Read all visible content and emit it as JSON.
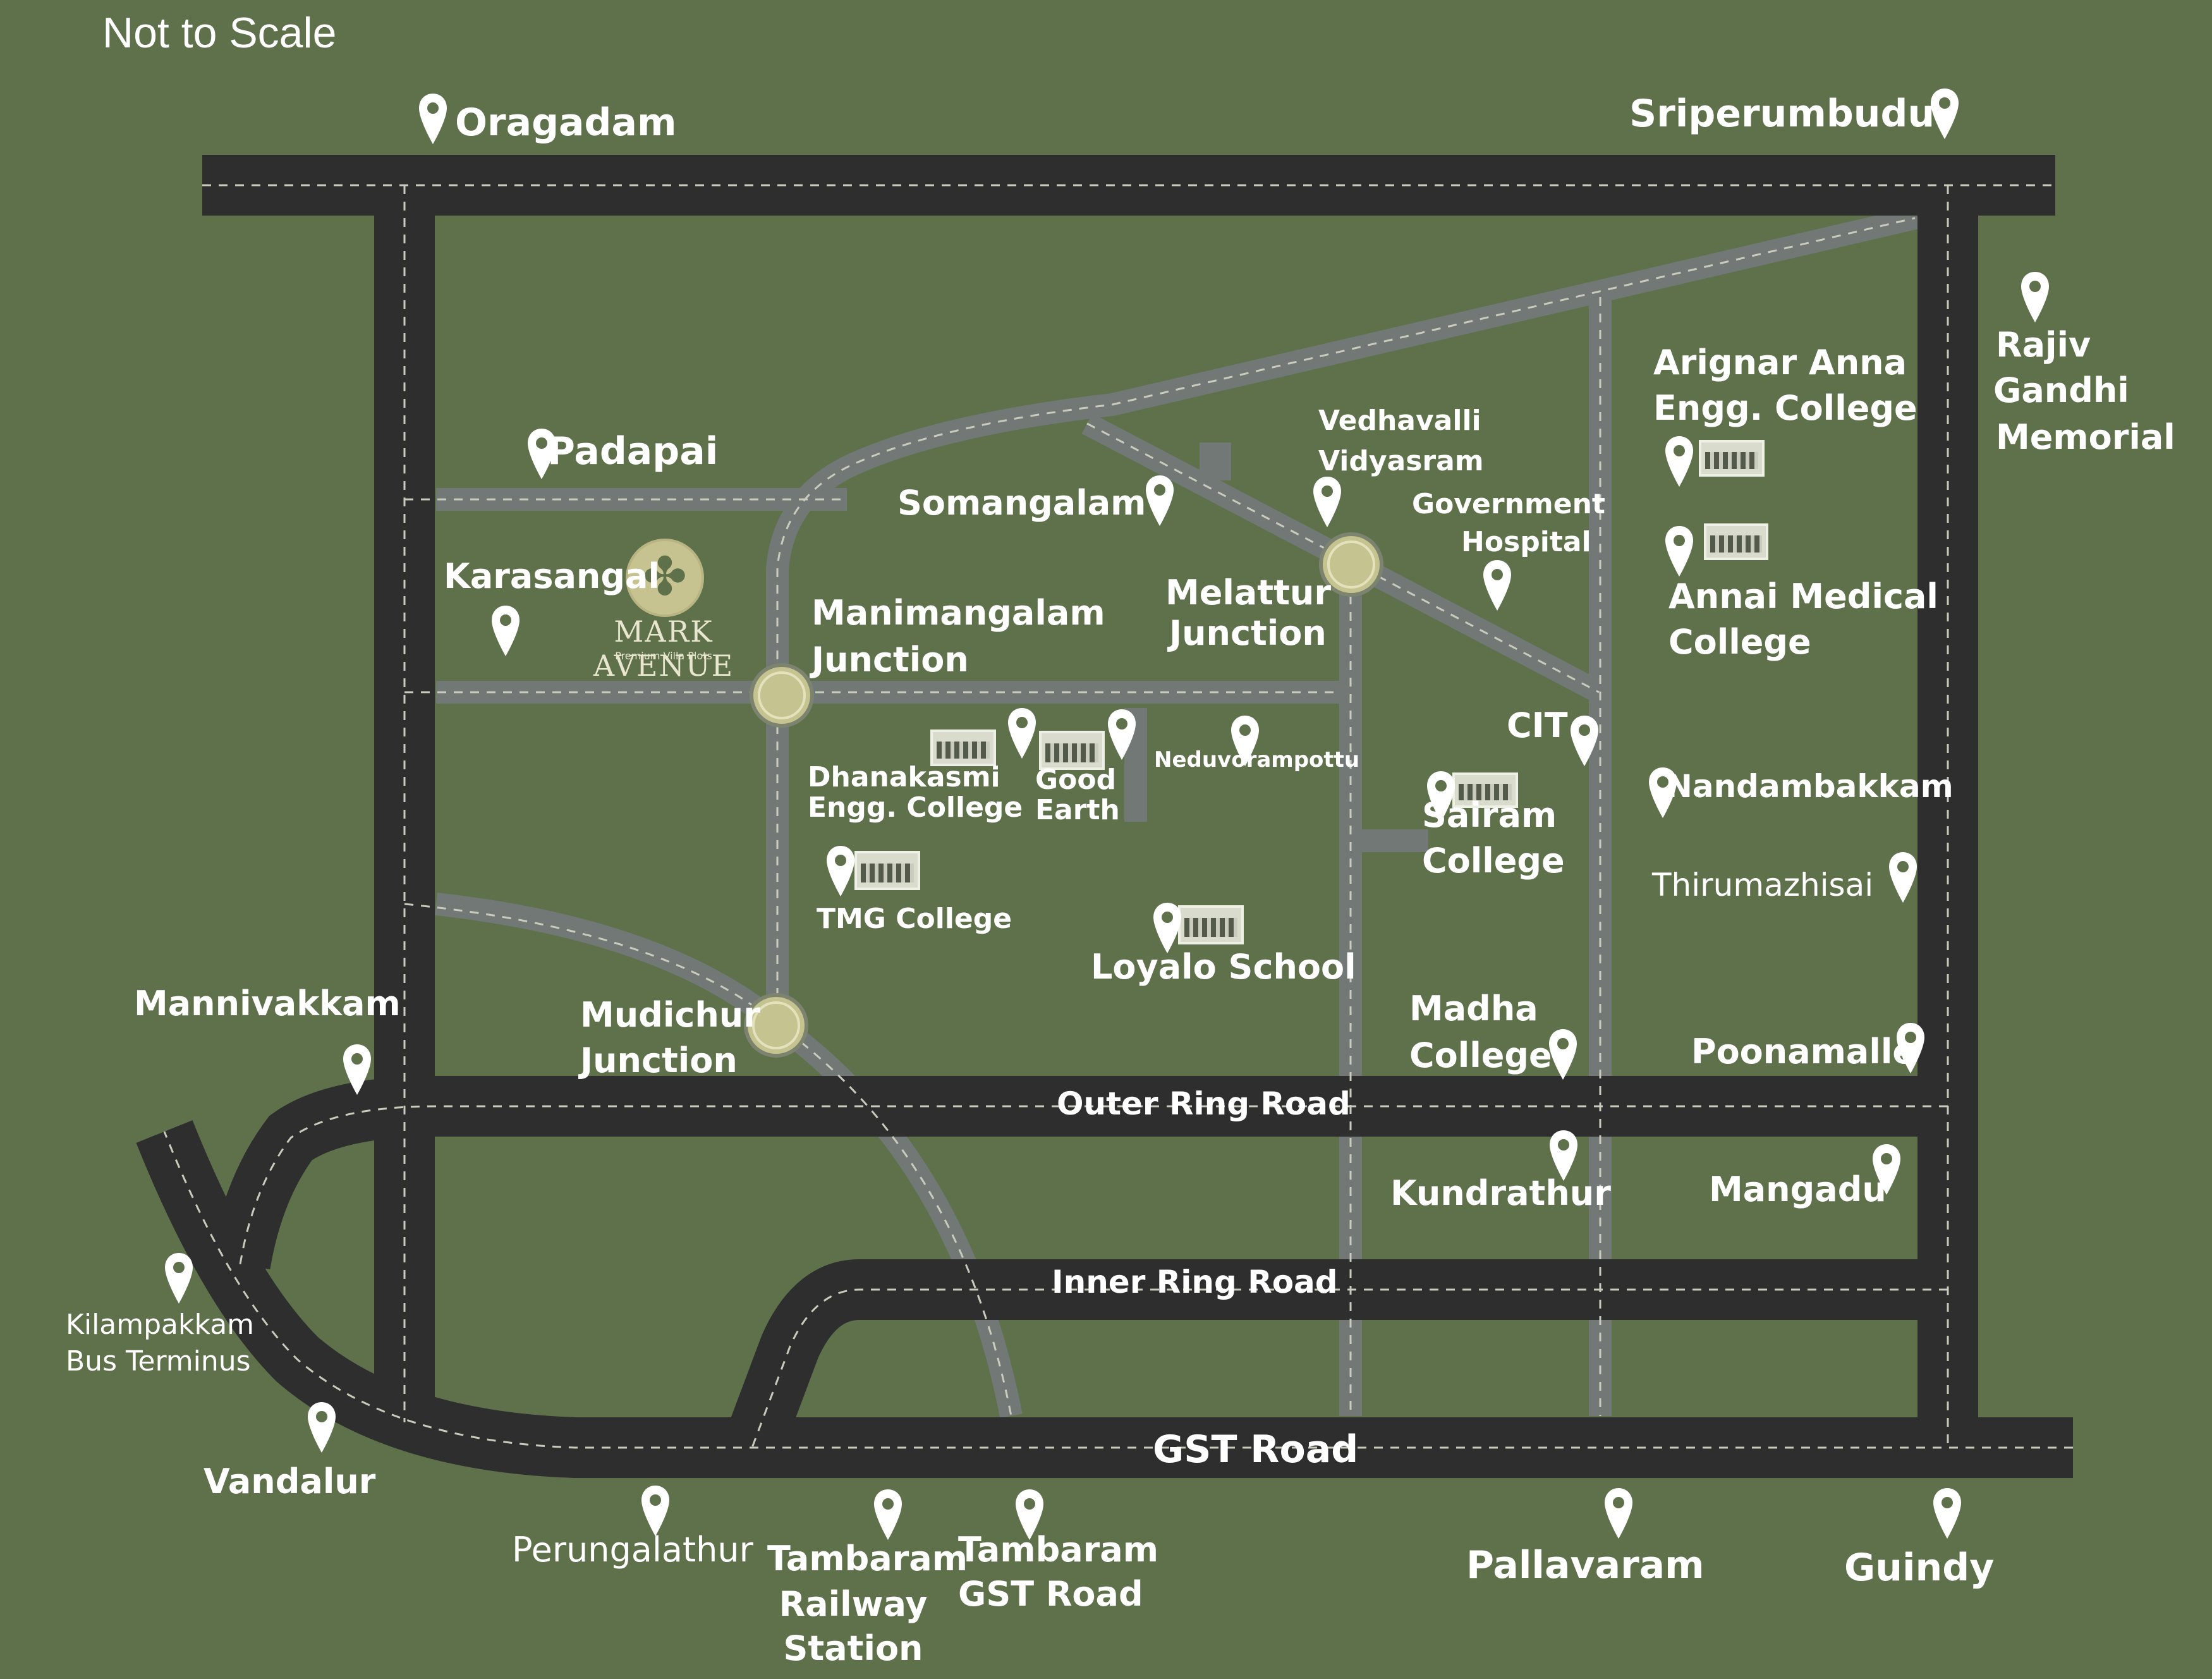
{
  "map": {
    "note": "Not to Scale",
    "colors": {
      "background": "#5e714b",
      "major_road": "#2e2e2e",
      "minor_road": "#727876",
      "junction": "#c5c38f",
      "text": "#ffffff"
    },
    "roads": {
      "outer_ring": "Outer Ring Road",
      "inner_ring": "Inner Ring Road",
      "gst": "GST Road"
    },
    "places": {
      "oragadam": "Oragadam",
      "sriperumbudur": "Sriperumbudur",
      "rajiv_1": "Rajiv",
      "rajiv_2": "Gandhi",
      "rajiv_3": "Memorial",
      "padapai": "Padapai",
      "karasangal": "Karasangal",
      "somangalam": "Somangalam",
      "vedhavalli_1": "Vedhavalli",
      "vedhavalli_2": "Vidyasram",
      "govt_1": "Government",
      "govt_2": "Hospital",
      "arignar_1": "Arignar Anna",
      "arignar_2": "Engg. College",
      "annai_1": "Annai Medical",
      "annai_2": "College",
      "manimangalam_1": "Manimangalam",
      "manimangalam_2": "Junction",
      "melattur_1": "Melattur",
      "melattur_2": "Junction",
      "dhanakasmi_1": "Dhanakasmi",
      "dhanakasmi_2": "Engg. College",
      "goodearth_1": "Good",
      "goodearth_2": "Earth",
      "neduvoram": "Neduvorampottu",
      "cit": "CIT",
      "sairam_1": "Sairam",
      "sairam_2": "College",
      "nandambakkam": "Nandambakkam",
      "thirumazhisai": "Thirumazhisai",
      "tmg": "TMG College",
      "loyalo": "Loyalo School",
      "mannivakkam": "Mannivakkam",
      "mudichur_1": "Mudichur",
      "mudichur_2": "Junction",
      "madha_1": "Madha",
      "madha_2": "College",
      "poonamalle": "Poonamalle",
      "kundrathur": "Kundrathur",
      "mangadu": "Mangadu",
      "kilampakkam_1": "Kilampakkam",
      "kilampakkam_2": "Bus Terminus",
      "vandalur": "Vandalur",
      "perungalathur": "Perungalathur",
      "tambaram_rs_1": "Tambaram",
      "tambaram_rs_2": "Railway",
      "tambaram_rs_3": "Station",
      "tambaram_gst_1": "Tambaram",
      "tambaram_gst_2": "GST Road",
      "pallavaram": "Pallavaram",
      "guindy": "Guindy"
    },
    "brand": {
      "name": "MARK AVENUE",
      "tagline": "Premium Villa Plots"
    },
    "icons": {
      "pin": "map-pin-icon",
      "junction": "junction-marker-icon",
      "building": "building-thumbnail"
    }
  }
}
